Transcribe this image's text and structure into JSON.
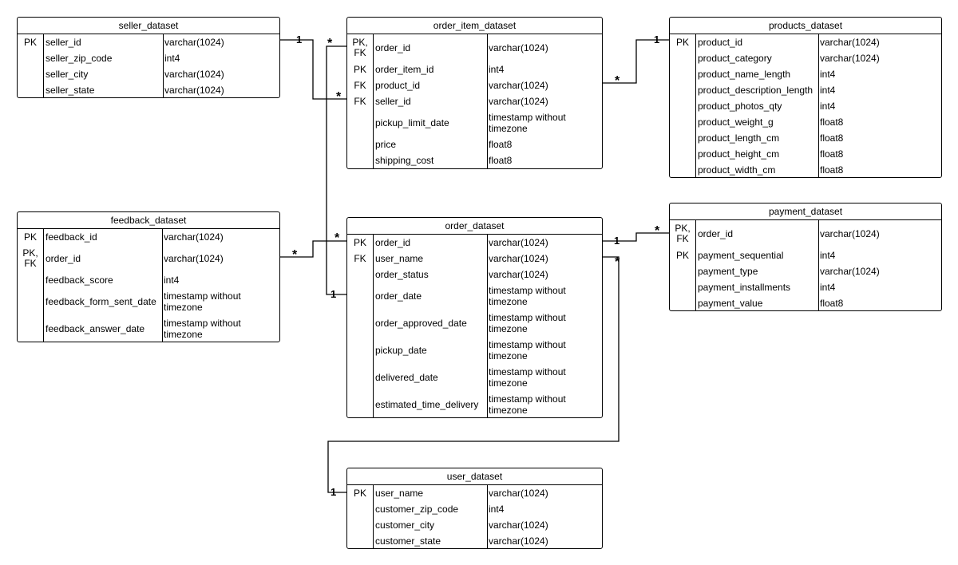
{
  "tables": {
    "seller": {
      "title": "seller_dataset",
      "rows": [
        {
          "key": "PK",
          "name": "seller_id",
          "type": "varchar(1024)"
        },
        {
          "key": "",
          "name": "seller_zip_code",
          "type": "int4"
        },
        {
          "key": "",
          "name": "seller_city",
          "type": "varchar(1024)"
        },
        {
          "key": "",
          "name": "seller_state",
          "type": "varchar(1024)"
        }
      ]
    },
    "order_item": {
      "title": "order_item_dataset",
      "rows": [
        {
          "key": "PK,\nFK",
          "name": "order_id",
          "type": "varchar(1024)"
        },
        {
          "key": "PK",
          "name": "order_item_id",
          "type": "int4"
        },
        {
          "key": "FK",
          "name": "product_id",
          "type": "varchar(1024)"
        },
        {
          "key": "FK",
          "name": "seller_id",
          "type": "varchar(1024)"
        },
        {
          "key": "",
          "name": "pickup_limit_date",
          "type": "timestamp without\ntimezone"
        },
        {
          "key": "",
          "name": "price",
          "type": "float8"
        },
        {
          "key": "",
          "name": "shipping_cost",
          "type": "float8"
        }
      ]
    },
    "products": {
      "title": "products_dataset",
      "rows": [
        {
          "key": "PK",
          "name": "product_id",
          "type": "varchar(1024)"
        },
        {
          "key": "",
          "name": "product_category",
          "type": "varchar(1024)"
        },
        {
          "key": "",
          "name": "product_name_length",
          "type": "int4"
        },
        {
          "key": "",
          "name": "product_description_length",
          "type": "int4"
        },
        {
          "key": "",
          "name": "product_photos_qty",
          "type": "int4"
        },
        {
          "key": "",
          "name": "product_weight_g",
          "type": "float8"
        },
        {
          "key": "",
          "name": "product_length_cm",
          "type": "float8"
        },
        {
          "key": "",
          "name": "product_height_cm",
          "type": "float8"
        },
        {
          "key": "",
          "name": "product_width_cm",
          "type": "float8"
        }
      ]
    },
    "feedback": {
      "title": "feedback_dataset",
      "rows": [
        {
          "key": "PK",
          "name": "feedback_id",
          "type": "varchar(1024)"
        },
        {
          "key": "PK,\nFK",
          "name": "order_id",
          "type": "varchar(1024)"
        },
        {
          "key": "",
          "name": "feedback_score",
          "type": "int4"
        },
        {
          "key": "",
          "name": "feedback_form_sent_date",
          "type": "timestamp without\ntimezone"
        },
        {
          "key": "",
          "name": "feedback_answer_date",
          "type": "timestamp without\ntimezone"
        }
      ]
    },
    "order": {
      "title": "order_dataset",
      "rows": [
        {
          "key": "PK",
          "name": "order_id",
          "type": "varchar(1024)"
        },
        {
          "key": "FK",
          "name": "user_name",
          "type": "varchar(1024)"
        },
        {
          "key": "",
          "name": "order_status",
          "type": "varchar(1024)"
        },
        {
          "key": "",
          "name": "order_date",
          "type": "timestamp without\ntimezone"
        },
        {
          "key": "",
          "name": "order_approved_date",
          "type": "timestamp without\ntimezone"
        },
        {
          "key": "",
          "name": "pickup_date",
          "type": "timestamp without\ntimezone"
        },
        {
          "key": "",
          "name": "delivered_date",
          "type": "timestamp without\ntimezone"
        },
        {
          "key": "",
          "name": "estimated_time_delivery",
          "type": "timestamp without\ntimezone"
        }
      ]
    },
    "payment": {
      "title": "payment_dataset",
      "rows": [
        {
          "key": "PK,\nFK",
          "name": "order_id",
          "type": "varchar(1024)"
        },
        {
          "key": "PK",
          "name": "payment_sequential",
          "type": "int4"
        },
        {
          "key": "",
          "name": "payment_type",
          "type": "varchar(1024)"
        },
        {
          "key": "",
          "name": "payment_installments",
          "type": "int4"
        },
        {
          "key": "",
          "name": "payment_value",
          "type": "float8"
        }
      ]
    },
    "user": {
      "title": "user_dataset",
      "rows": [
        {
          "key": "PK",
          "name": "user_name",
          "type": "varchar(1024)"
        },
        {
          "key": "",
          "name": "customer_zip_code",
          "type": "int4"
        },
        {
          "key": "",
          "name": "customer_city",
          "type": "varchar(1024)"
        },
        {
          "key": "",
          "name": "customer_state",
          "type": "varchar(1024)"
        }
      ]
    }
  },
  "relationships": [
    {
      "from": "seller_dataset.seller_id",
      "to": "order_item_dataset.seller_id",
      "from_card": "1",
      "to_card": "*"
    },
    {
      "from": "products_dataset.product_id",
      "to": "order_item_dataset.product_id",
      "from_card": "1",
      "to_card": "*"
    },
    {
      "from": "order_dataset.order_id",
      "to": "order_item_dataset.order_id",
      "from_card": "1",
      "to_card": "*"
    },
    {
      "from": "order_dataset.order_id",
      "to": "feedback_dataset.order_id",
      "from_card": "*",
      "to_card": "*"
    },
    {
      "from": "order_dataset.order_id",
      "to": "payment_dataset.order_id",
      "from_card": "1",
      "to_card": "*"
    },
    {
      "from": "user_dataset.user_name",
      "to": "order_dataset.user_name",
      "from_card": "1",
      "to_card": "*"
    }
  ]
}
